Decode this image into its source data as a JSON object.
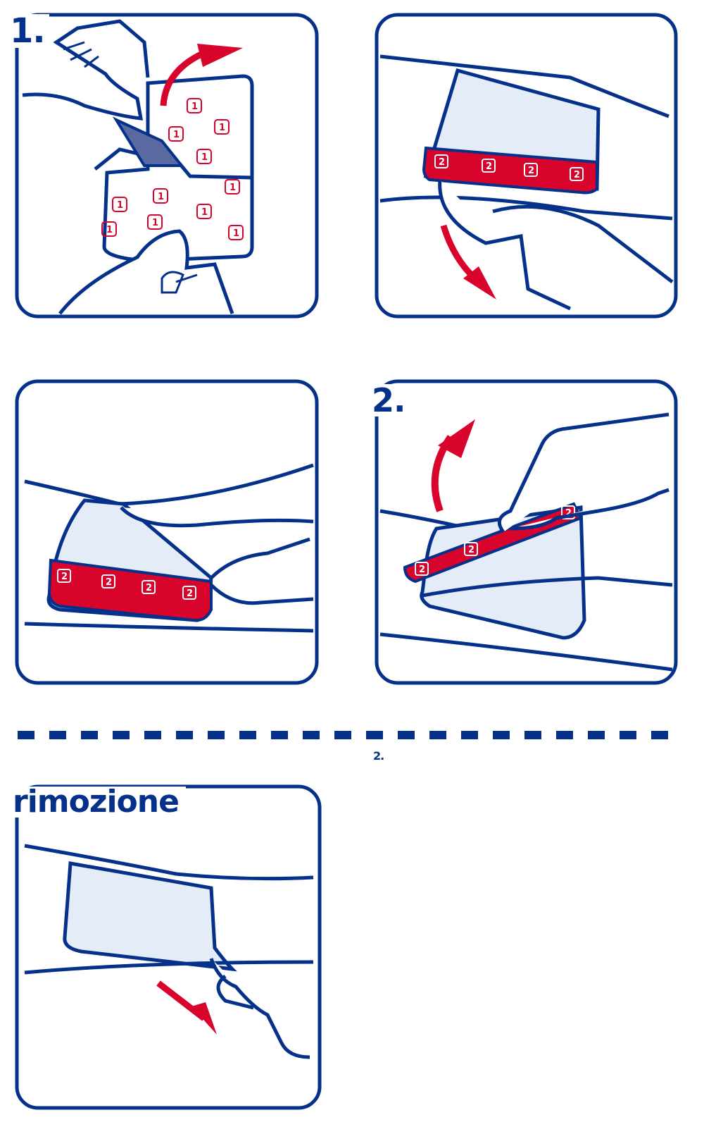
{
  "colors": {
    "outline": "#05318a",
    "accent": "#d9042b",
    "film": "#e3ecf7",
    "liner": "#5a6aa0"
  },
  "steps": {
    "step1": {
      "label": "1.",
      "patch_marker": "1"
    },
    "step1b": {
      "patch_marker": "2"
    },
    "step1c": {
      "patch_marker": "2"
    },
    "step2": {
      "label": "2.",
      "patch_marker": "2"
    },
    "removal": {
      "label": "rimozione"
    }
  }
}
